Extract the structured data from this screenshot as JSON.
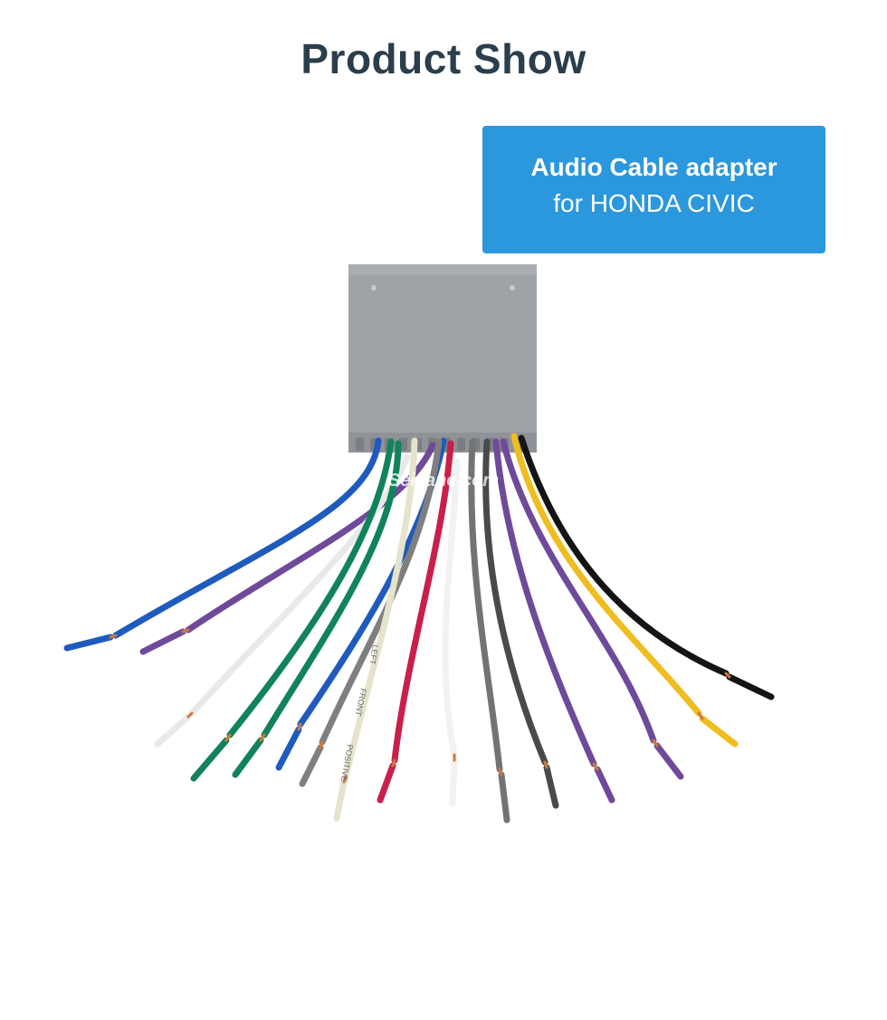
{
  "header": {
    "title": "Product Show"
  },
  "label_box": {
    "title": "Audio Cable adapter",
    "subtitle": "for HONDA CIVIC"
  },
  "product": {
    "watermark": "Seicane.com",
    "wire_print": [
      "LEFT",
      "FRONT",
      "POSITIVE"
    ]
  },
  "colors": {
    "title": "#2a3e4c",
    "box": "#2b97dd",
    "connector": "#9fa3a8",
    "wires": [
      "#1f5bbf",
      "#6f4a9a",
      "#e9e9e9",
      "#11835a",
      "#11835a",
      "#1f5bbf",
      "#7f7f7f",
      "#e6e3cc",
      "#c8204a",
      "#f2f2f2",
      "#737373",
      "#4a4a4a",
      "#6f4a9a",
      "#6f4a9a",
      "#f0bd20",
      "#141414"
    ]
  }
}
